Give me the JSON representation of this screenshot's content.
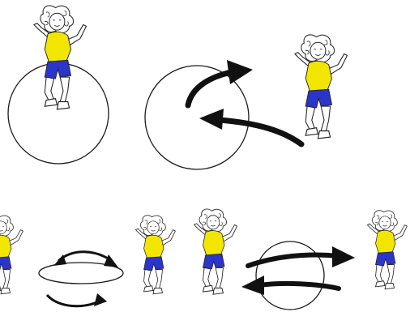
{
  "colors": {
    "shirt": "#f2e600",
    "shorts": "#2b35c8",
    "ink": "#1a1a1a",
    "background": "#ffffff"
  },
  "panels": [
    {
      "id": "top-left",
      "content": "child-jumping-on-large-circle"
    },
    {
      "id": "top-center",
      "content": "circle-with-rotation-arrows"
    },
    {
      "id": "top-right",
      "content": "child-jumping"
    },
    {
      "id": "bottom-left",
      "content": "flat-ellipse-with-rotation-arrows"
    },
    {
      "id": "bottom-middle",
      "content": "two-children-jumping"
    },
    {
      "id": "bottom-right",
      "content": "circle-with-horizontal-arrows-and-child"
    }
  ]
}
